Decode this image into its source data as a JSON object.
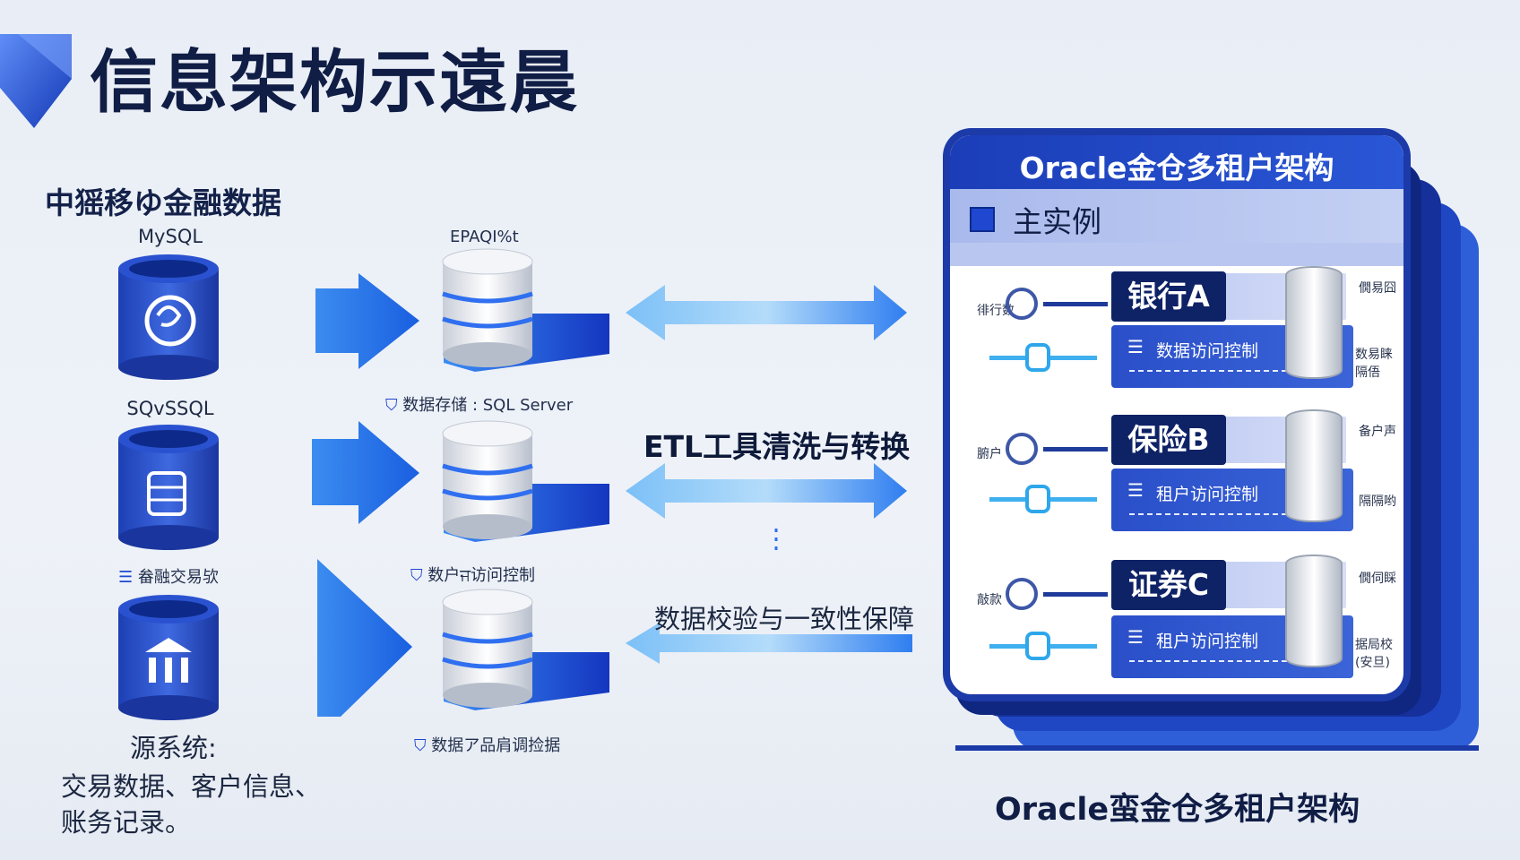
{
  "title": "信息架构示遠晨",
  "left_section": {
    "title": "中猺移ゆ金融数据",
    "sources": [
      {
        "label": "MySQL",
        "icon": "swirl-icon"
      },
      {
        "label": "SQvSSQL",
        "icon": "database-file-icon"
      },
      {
        "label": "畚融交易欤",
        "icon": "bank-icon"
      }
    ],
    "source_title": "源系统:",
    "source_desc": "交易数据、客户信息、账务记录。"
  },
  "middle": {
    "storage_top_label": "EPAQI%t",
    "storages": [
      {
        "caption": "数据存储 : SQL Server"
      },
      {
        "caption": "数户ਜ访问控制"
      },
      {
        "caption": "数据ア品肩调捡据"
      }
    ],
    "etl_title": "ETL工具清洗与转换",
    "validate_text": "数据校验与一致性保障"
  },
  "oracle_panel": {
    "title": "Oracle金仓多租户架构",
    "instance_label": "主实例",
    "tenants": [
      {
        "name": "银行A",
        "sub_label": "数据访问控制",
        "left_small": "徘行数",
        "right_top": "僩易囧",
        "right_bottom": "数易睐 隔俉"
      },
      {
        "name": "保险B",
        "sub_label": "租户访问控制",
        "left_small": "腑户",
        "right_top": "备户声",
        "right_bottom": "隔隔哟"
      },
      {
        "name": "证券C",
        "sub_label": "租户访问控制",
        "left_small": "敲款",
        "right_top": "僩伺睬",
        "right_bottom": "据局校 (安旦)"
      }
    ]
  },
  "footer_title": "Oracle蛮金仓多租户架构",
  "colors": {
    "brand_blue": "#1c3aa8",
    "accent_blue": "#2f6ff0",
    "light_blue": "#8ecaf7",
    "dark_navy": "#0e2266"
  }
}
